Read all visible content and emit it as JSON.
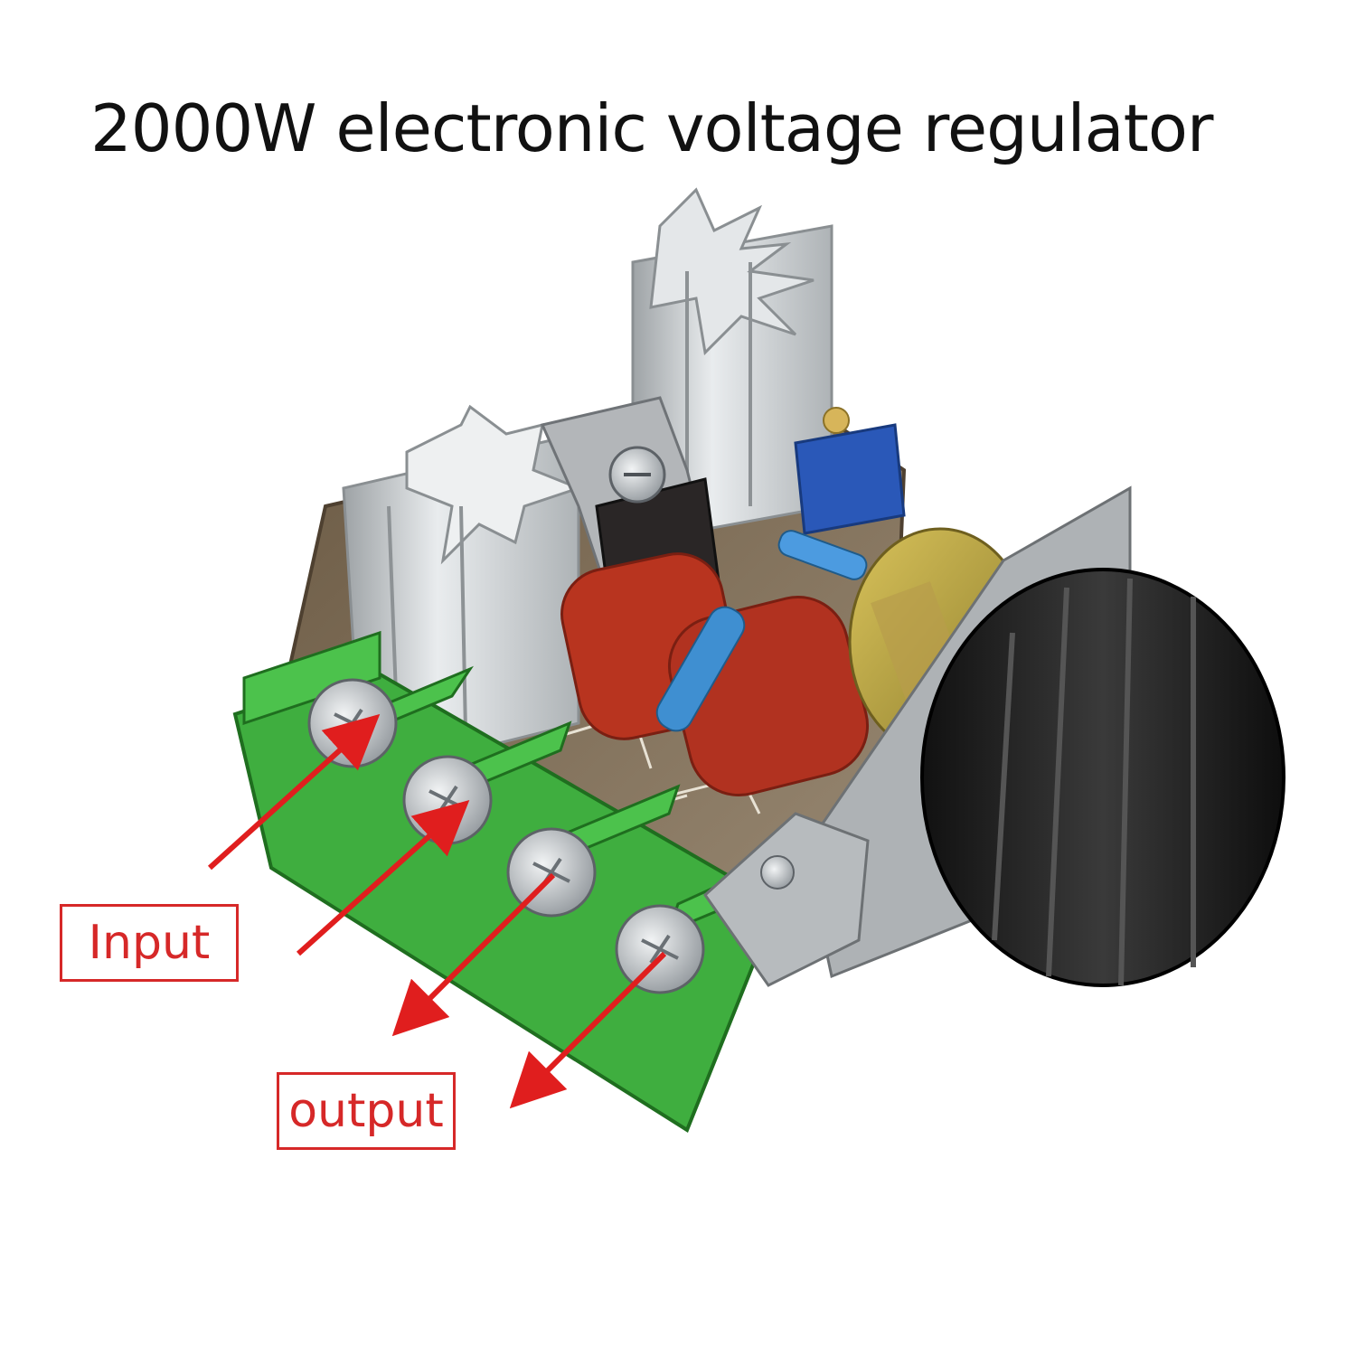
{
  "title": "2000W electronic voltage regulator",
  "labels": {
    "input": "Input",
    "output": "output"
  },
  "colors": {
    "annotation_red": "#e01e1e",
    "terminal_green": "#3fae3f",
    "capacitor_red": "#b8341f",
    "heatsink_silver": "#c9ccce",
    "knob_black": "#1c1c1c"
  },
  "scene": {
    "subject": "photo of dimmer module with heatsinks, two capacitors, terminal block, potentiometer and knob"
  }
}
